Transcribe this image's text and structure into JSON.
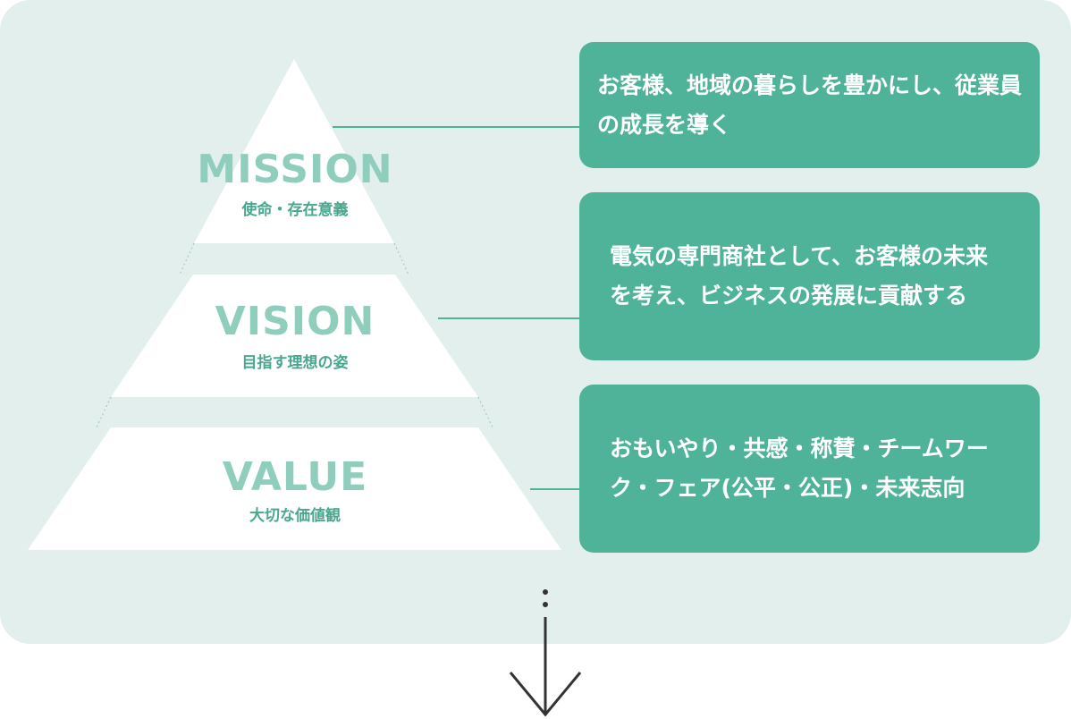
{
  "tiers": [
    {
      "title": "MISSION",
      "subtitle": "使命・存在意義"
    },
    {
      "title": "VISION",
      "subtitle": "目指す理想の姿"
    },
    {
      "title": "VALUE",
      "subtitle": "大切な価値観"
    }
  ],
  "descriptions": [
    {
      "text": "お客様、地域の暮らしを豊かにし、従業員の成長を導く"
    },
    {
      "text": "電気の専門商社として、お客様の未来を考え、ビジネスの発展に貢献する"
    },
    {
      "text": "おもいやり・共感・称賛・チームワーク・フェア(公平・公正)・未来志向"
    }
  ],
  "colors": {
    "panel": "#e2efed",
    "card": "#4fb399",
    "title": "#8fcdbd",
    "subtitle": "#4aa78f",
    "connector": "#4fb399",
    "arrow": "#333333"
  },
  "icons": [
    "arrow-down-icon"
  ]
}
